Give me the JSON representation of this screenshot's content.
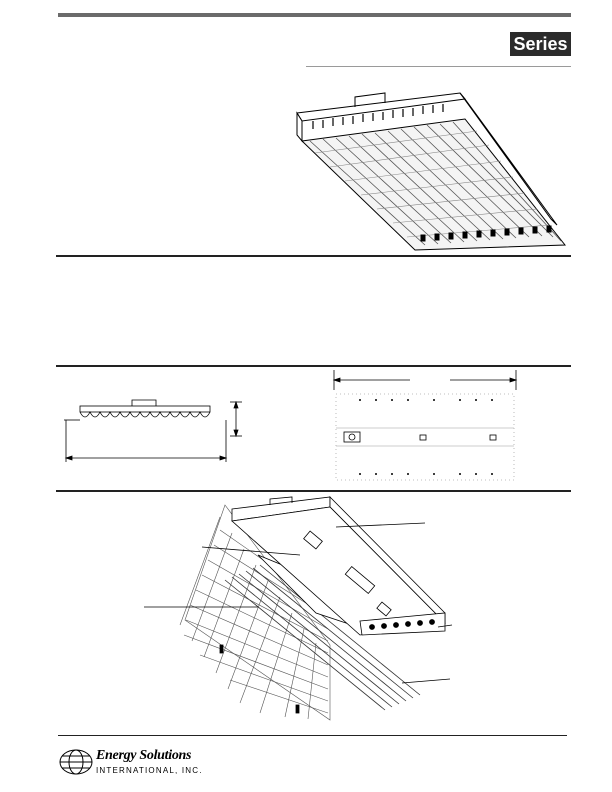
{
  "header": {
    "series_badge": "Series"
  },
  "footer": {
    "logo_name": "Energy Solutions",
    "logo_sub": "INTERNATIONAL, INC."
  },
  "icons": {
    "logo": "globe-logo-icon",
    "fixture_perspective": "high-bay-fixture-illustration",
    "side_elevation": "fixture-side-elevation-drawing",
    "plan_view": "fixture-plan-view-drawing",
    "exploded_view": "fixture-exploded-view-drawing"
  },
  "colors": {
    "rule": "#6b6b6b",
    "badge": "#2b2b2b",
    "ink": "#000000"
  }
}
